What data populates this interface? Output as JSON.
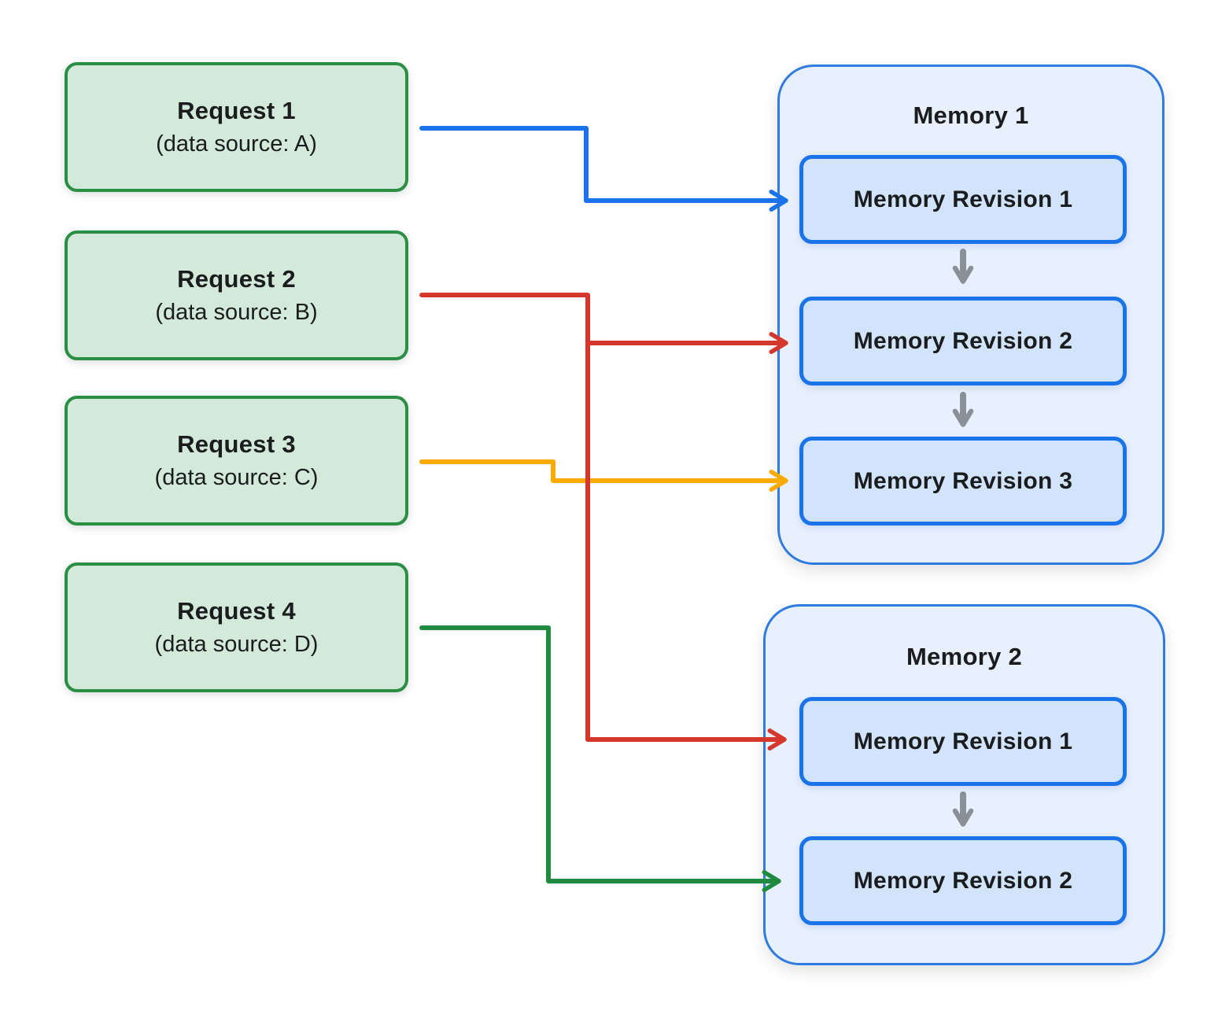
{
  "diagram": {
    "requests": [
      {
        "title": "Request 1",
        "subtitle": "(data source: A)"
      },
      {
        "title": "Request 2",
        "subtitle": "(data source: B)"
      },
      {
        "title": "Request 3",
        "subtitle": "(data source: C)"
      },
      {
        "title": "Request 4",
        "subtitle": "(data source: D)"
      }
    ],
    "memories": [
      {
        "title": "Memory 1",
        "revisions": [
          {
            "label": "Memory Revision 1"
          },
          {
            "label": "Memory Revision 2"
          },
          {
            "label": "Memory Revision 3"
          }
        ]
      },
      {
        "title": "Memory 2",
        "revisions": [
          {
            "label": "Memory Revision 1"
          },
          {
            "label": "Memory Revision 2"
          }
        ]
      }
    ],
    "connections": [
      {
        "from": "Request 1",
        "to": "Memory 1 / Memory Revision 1",
        "color_name": "blue"
      },
      {
        "from": "Request 2",
        "to": "Memory 1 / Memory Revision 2",
        "color_name": "red"
      },
      {
        "from": "Request 2",
        "to": "Memory 2 / Memory Revision 1",
        "color_name": "red"
      },
      {
        "from": "Request 3",
        "to": "Memory 1 / Memory Revision 3",
        "color_name": "yellow"
      },
      {
        "from": "Request 4",
        "to": "Memory 2 / Memory Revision 2",
        "color_name": "green"
      }
    ]
  },
  "colors": {
    "request_fill": "#d3e9da",
    "request_border": "#2a8f44",
    "memory_fill": "#e8f0fe",
    "memory_border": "#2f7be0",
    "revision_fill": "#d2e3fc",
    "revision_border": "#1a73e8",
    "connector_blue": "#1a73e8",
    "connector_red": "#d6372c",
    "connector_yellow": "#f9ab00",
    "connector_green": "#1f8b3e",
    "flow_arrow_gray": "#8a9097",
    "text": "#1a1c1e"
  }
}
